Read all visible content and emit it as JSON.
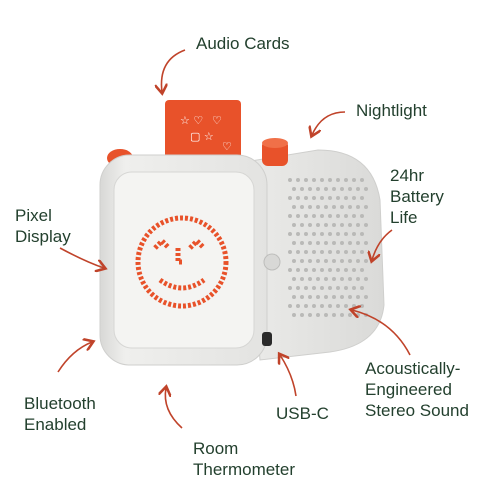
{
  "labels": {
    "audio_cards": "Audio Cards",
    "nightlight": "Nightlight",
    "battery": [
      "24hr",
      "Battery",
      "Life"
    ],
    "pixel_display": [
      "Pixel",
      "Display"
    ],
    "acoustic": [
      "Acoustically-",
      "Engineered",
      "Stereo Sound"
    ],
    "bluetooth": [
      "Bluetooth",
      "Enabled"
    ],
    "usbc": "USB-C",
    "thermometer": [
      "Room",
      "Thermometer"
    ]
  },
  "colors": {
    "accent": "#e8522a",
    "text": "#23402e",
    "body": "#e9e9e7",
    "arrow": "#c0432a"
  },
  "icons": [
    "audio-card",
    "smiley-pixel-face",
    "speaker-grille"
  ]
}
